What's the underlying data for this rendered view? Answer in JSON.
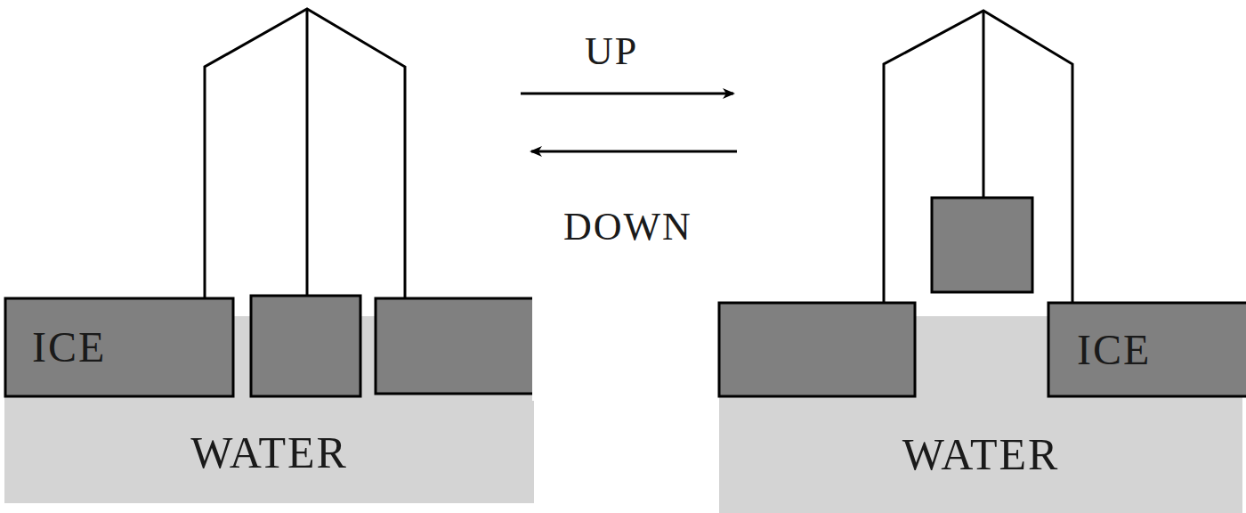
{
  "diagram": {
    "nodes": [
      {
        "text": [
          "ICE"
        ]
      },
      {
        "text": [
          "WATER"
        ]
      },
      {
        "text": [
          "ICE"
        ]
      },
      {
        "text": [
          "WATER"
        ]
      }
    ],
    "labels": [
      "UP",
      "DOWN"
    ]
  }
}
